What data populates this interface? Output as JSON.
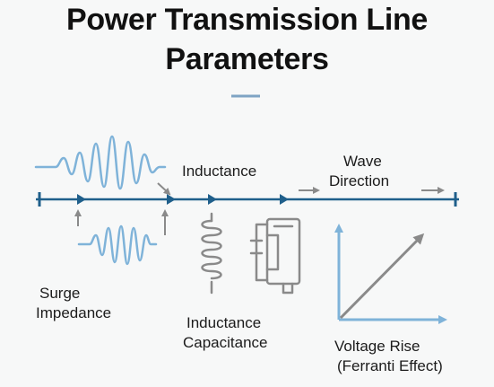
{
  "title": {
    "line1": "Power Transmission Line",
    "line2": "Parameters"
  },
  "labels": {
    "inductance_top": "Inductance",
    "wave_direction_line1": "Wave",
    "wave_direction_line2": "Direction",
    "surge_line1": "Surge",
    "surge_line2": "Impedance",
    "ind_cap_line1": "Inductance",
    "ind_cap_line2": "Capacitance",
    "voltage_line1": "Voltage Rise",
    "voltage_line2": "(Ferranti Effect)"
  },
  "colors": {
    "line": "#1f5f8b",
    "wave": "#7fb3d9",
    "gray": "#8a8a8a",
    "accent_bar": "#7fa4c4",
    "axis": "#7fb3d9",
    "text": "#1c1c1c"
  },
  "icons": {
    "wave_packet": "wave-packet-icon",
    "inductor": "inductor-coil-icon",
    "capacitor": "capacitor-icon",
    "ferranti": "ferranti-graph-icon"
  }
}
